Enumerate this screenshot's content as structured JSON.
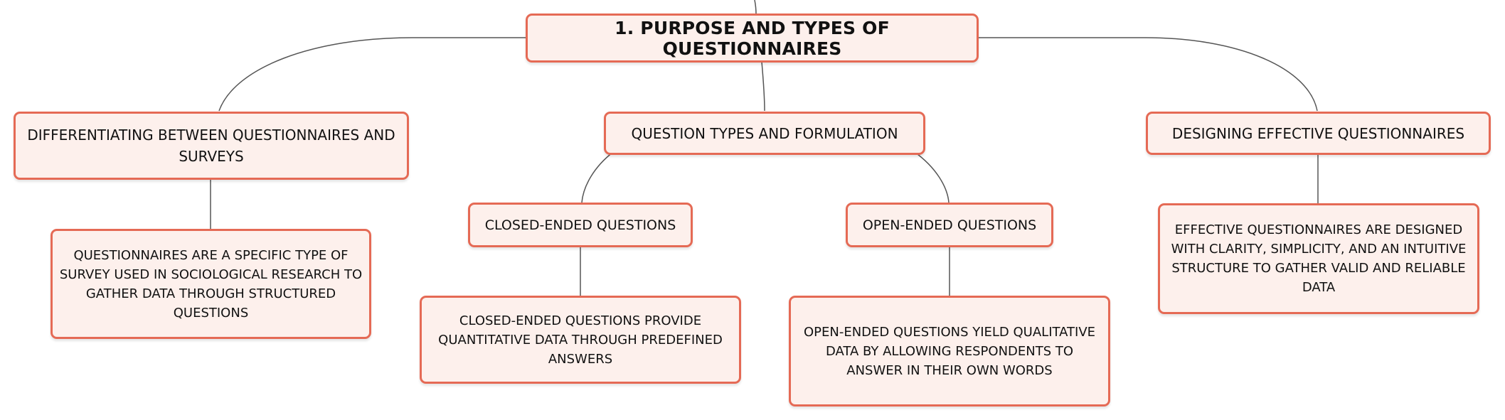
{
  "diagram": {
    "root": {
      "label": "1. PURPOSE AND TYPES OF QUESTIONNAIRES"
    },
    "branches": [
      {
        "label": "DIFFERENTIATING BETWEEN QUESTIONNAIRES AND SURVEYS",
        "detail": "QUESTIONNAIRES ARE A SPECIFIC TYPE OF SURVEY USED IN SOCIOLOGICAL RESEARCH TO GATHER DATA THROUGH STRUCTURED QUESTIONS"
      },
      {
        "label": "QUESTION TYPES AND FORMULATION",
        "children": [
          {
            "label": "CLOSED-ENDED QUESTIONS",
            "detail": "CLOSED-ENDED QUESTIONS PROVIDE QUANTITATIVE DATA THROUGH PREDEFINED ANSWERS"
          },
          {
            "label": "OPEN-ENDED QUESTIONS",
            "detail": "OPEN-ENDED QUESTIONS YIELD QUALITATIVE DATA BY ALLOWING RESPONDENTS TO ANSWER IN THEIR OWN WORDS"
          }
        ]
      },
      {
        "label": "DESIGNING EFFECTIVE QUESTIONNAIRES",
        "detail": "EFFECTIVE QUESTIONNAIRES ARE DESIGNED WITH CLARITY, SIMPLICITY, AND AN INTUITIVE STRUCTURE TO GATHER VALID AND RELIABLE DATA"
      }
    ]
  }
}
